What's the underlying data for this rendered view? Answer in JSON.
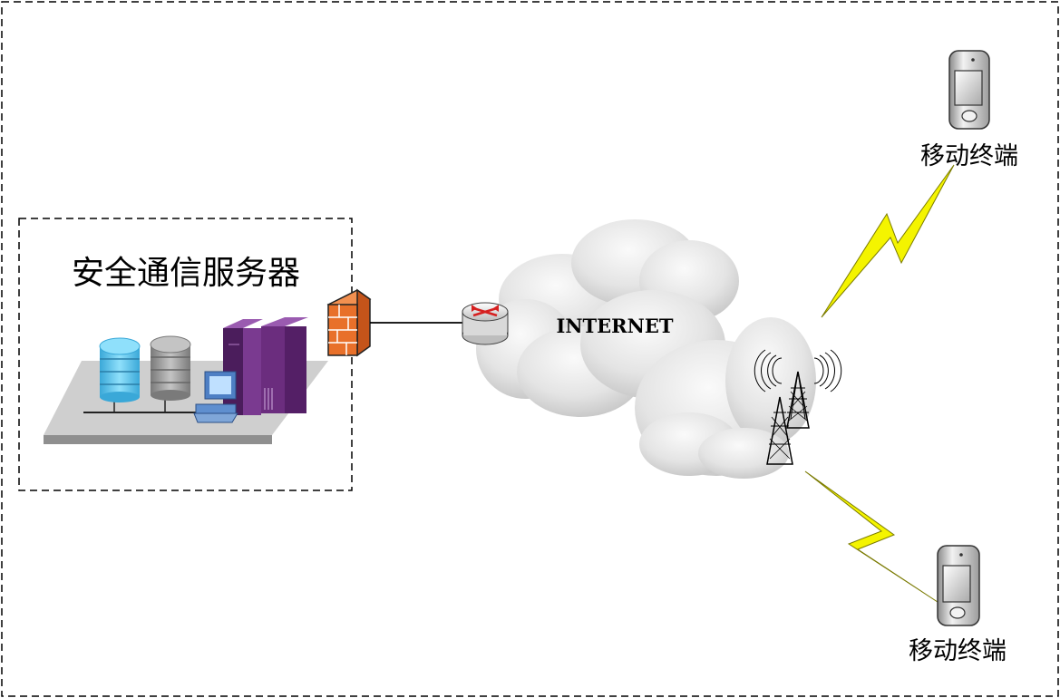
{
  "server_group": {
    "title": "安全通信服务器"
  },
  "network": {
    "label": "INTERNET"
  },
  "terminals": [
    {
      "label": "移动终端"
    },
    {
      "label": "移动终端"
    }
  ],
  "colors": {
    "border": "#000000",
    "cloud_light": "#ececec",
    "cloud_dark": "#c7c7c7",
    "firewall": "#e8702a",
    "lightning": "#f4f400",
    "server_purple": "#6b2d7e",
    "database_blue": "#5bc8ec",
    "database_gray": "#9a9a9a",
    "platform_gray": "#cfcfcf",
    "router_red": "#d62020"
  },
  "icons": [
    "database-icon",
    "server-rack-icon",
    "workstation-icon",
    "firewall-icon",
    "router-icon",
    "cloud-icon",
    "radio-tower-icon",
    "mobile-phone-icon",
    "lightning-icon"
  ]
}
